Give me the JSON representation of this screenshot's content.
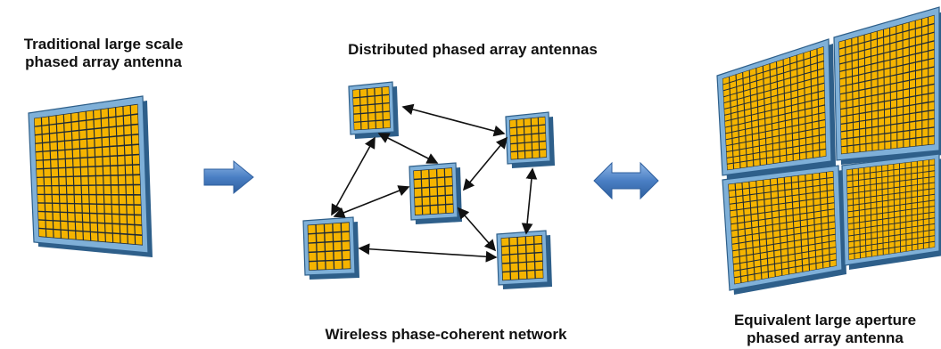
{
  "labels": {
    "traditional_line1": "Traditional large scale",
    "traditional_line2": "phased array antenna",
    "distributed": "Distributed phased array antennas",
    "network": "Wireless phase-coherent network",
    "equivalent_line1": "Equivalent large aperture",
    "equivalent_line2": "phased array antenna"
  },
  "colors": {
    "element_fill": "#f5b400",
    "element_border": "#222222",
    "panel_frame": "#7fb0d8",
    "panel_frame_dark": "#2e5f8a",
    "arrow_fill": "#3b6fb6",
    "arrow_light": "#8fb6e6",
    "link_line": "#111111"
  }
}
